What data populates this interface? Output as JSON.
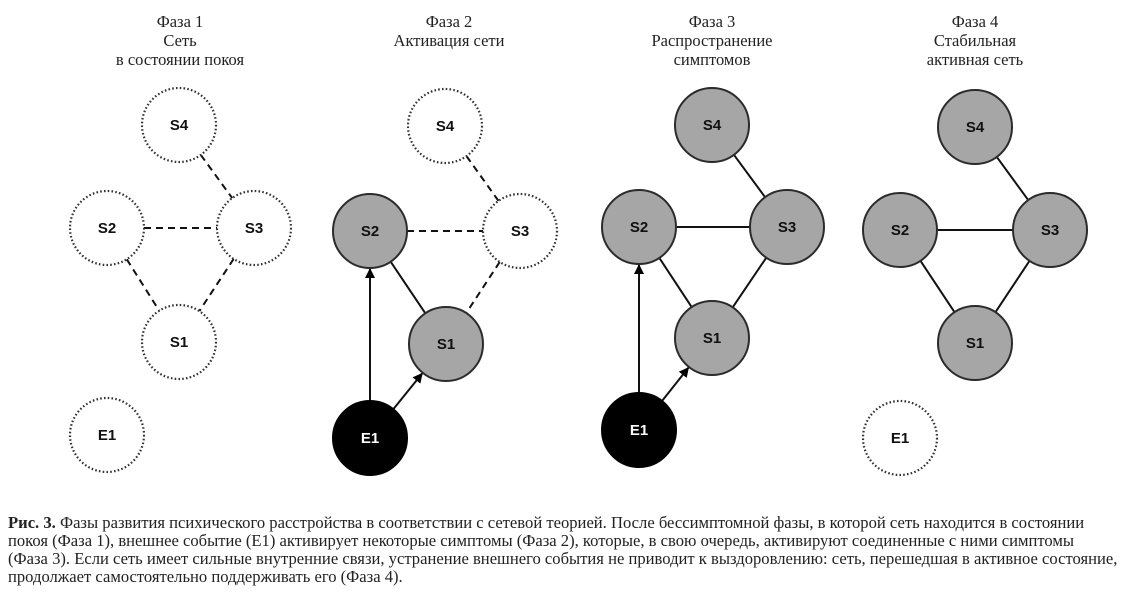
{
  "phases": [
    {
      "title_lines": [
        "Фаза 1",
        "Сеть",
        "в состоянии покоя"
      ],
      "nodes": [
        {
          "id": "S4",
          "state": "inactive"
        },
        {
          "id": "S2",
          "state": "inactive"
        },
        {
          "id": "S3",
          "state": "inactive"
        },
        {
          "id": "S1",
          "state": "inactive"
        },
        {
          "id": "E1",
          "state": "inactive"
        }
      ],
      "edges": [
        {
          "from": "S4",
          "to": "S3",
          "style": "dashed"
        },
        {
          "from": "S2",
          "to": "S3",
          "style": "dashed"
        },
        {
          "from": "S2",
          "to": "S1",
          "style": "dashed"
        },
        {
          "from": "S3",
          "to": "S1",
          "style": "dashed"
        }
      ]
    },
    {
      "title_lines": [
        "Фаза 2",
        "Активация сети"
      ],
      "nodes": [
        {
          "id": "S4",
          "state": "inactive"
        },
        {
          "id": "S2",
          "state": "active"
        },
        {
          "id": "S3",
          "state": "inactive"
        },
        {
          "id": "S1",
          "state": "active"
        },
        {
          "id": "E1",
          "state": "external-active"
        }
      ],
      "edges": [
        {
          "from": "S4",
          "to": "S3",
          "style": "dashed"
        },
        {
          "from": "S2",
          "to": "S3",
          "style": "dashed"
        },
        {
          "from": "S2",
          "to": "S1",
          "style": "solid"
        },
        {
          "from": "S3",
          "to": "S1",
          "style": "dashed"
        },
        {
          "from": "E1",
          "to": "S2",
          "style": "arrow"
        },
        {
          "from": "E1",
          "to": "S1",
          "style": "arrow"
        }
      ]
    },
    {
      "title_lines": [
        "Фаза 3",
        "Распространение",
        "симптомов"
      ],
      "nodes": [
        {
          "id": "S4",
          "state": "active"
        },
        {
          "id": "S2",
          "state": "active"
        },
        {
          "id": "S3",
          "state": "active"
        },
        {
          "id": "S1",
          "state": "active"
        },
        {
          "id": "E1",
          "state": "external-active"
        }
      ],
      "edges": [
        {
          "from": "S4",
          "to": "S3",
          "style": "solid"
        },
        {
          "from": "S2",
          "to": "S3",
          "style": "solid"
        },
        {
          "from": "S2",
          "to": "S1",
          "style": "solid"
        },
        {
          "from": "S3",
          "to": "S1",
          "style": "solid"
        },
        {
          "from": "E1",
          "to": "S2",
          "style": "arrow"
        },
        {
          "from": "E1",
          "to": "S1",
          "style": "arrow"
        }
      ]
    },
    {
      "title_lines": [
        "Фаза 4",
        "Стабильная",
        "активная сеть"
      ],
      "nodes": [
        {
          "id": "S4",
          "state": "active"
        },
        {
          "id": "S2",
          "state": "active"
        },
        {
          "id": "S3",
          "state": "active"
        },
        {
          "id": "S1",
          "state": "active"
        },
        {
          "id": "E1",
          "state": "inactive"
        }
      ],
      "edges": [
        {
          "from": "S4",
          "to": "S3",
          "style": "solid"
        },
        {
          "from": "S2",
          "to": "S3",
          "style": "solid"
        },
        {
          "from": "S2",
          "to": "S1",
          "style": "solid"
        },
        {
          "from": "S3",
          "to": "S1",
          "style": "solid"
        }
      ]
    }
  ],
  "colors": {
    "active_fill": "#a6a6a6",
    "external_fill": "#000000",
    "inactive_fill": "#ffffff",
    "stroke": "#2b2b2b"
  },
  "caption": {
    "label": "Рис. 3.",
    "text": " Фазы развития психического расстройства в соответствии с сетевой теорией. После бессимптомной фазы, в которой сеть находится в состоянии покоя (Фаза 1), внешнее событие (E1) активирует некоторые симптомы (Фаза 2), которые, в свою очередь, активируют соединенные с ними симптомы (Фаза 3). Если сеть имеет сильные внутренние связи, устранение внешнего события не приводит к выздоровлению: сеть, перешедшая в активное состояние, продолжает самостоятельно поддерживать его (Фаза 4)."
  }
}
